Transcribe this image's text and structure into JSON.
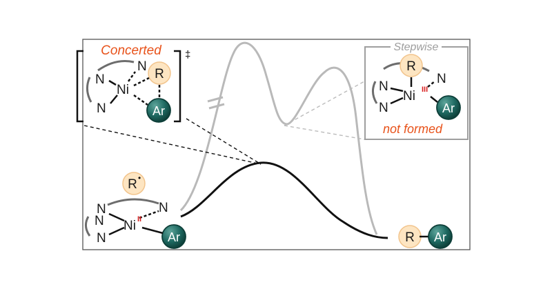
{
  "labels": {
    "concerted": "Concerted",
    "dagger": "‡",
    "stepwise": "Stepwise",
    "not_formed": "not formed",
    "break_mark": "//"
  },
  "atoms": {
    "N": "N",
    "Ni": "Ni",
    "R": "R",
    "Ar": "Ar",
    "radical_dot": "•",
    "ox_II": "II",
    "ox_III": "III"
  },
  "colors": {
    "accent_orange": "#e8521a",
    "ox_red": "#d81e1e",
    "gray_curve": "#b9b9b9",
    "black_curve": "#111111",
    "r_fill": "#fde5c2",
    "r_stroke": "#f2c48c",
    "ar_fill": "#1f6a62",
    "ar_stroke": "#0d3e38",
    "frame": "#555555",
    "stepwise_box": "#9e9e9e"
  }
}
